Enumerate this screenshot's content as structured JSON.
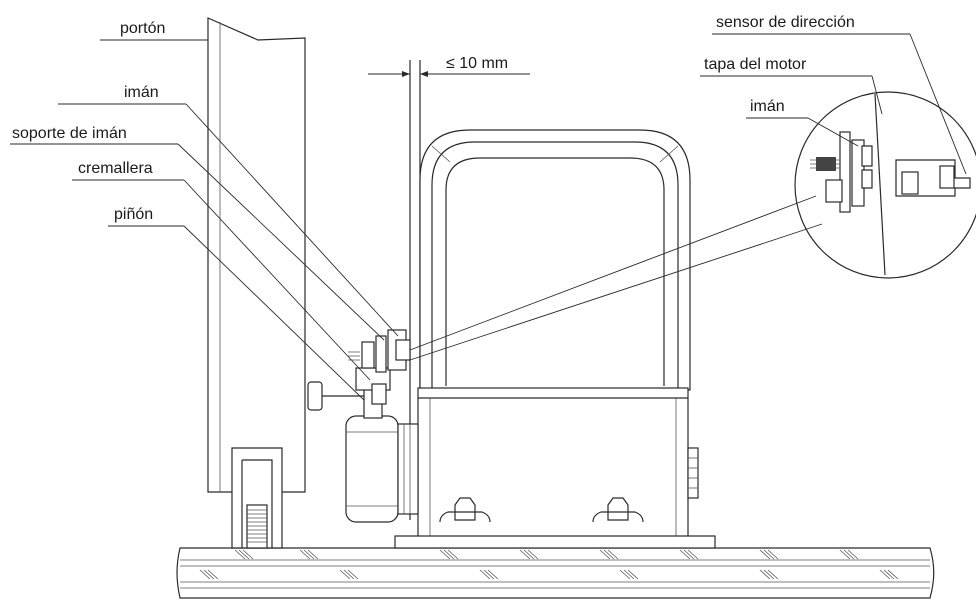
{
  "labels": {
    "gate": "portón",
    "magnet": "imán",
    "magnet_bracket": "soporte de imán",
    "rack": "cremallera",
    "pinion": "piñón",
    "gap": "≤ 10 mm",
    "direction_sensor": "sensor de dirección",
    "motor_cover": "tapa del motor",
    "magnet_detail": "imán"
  }
}
